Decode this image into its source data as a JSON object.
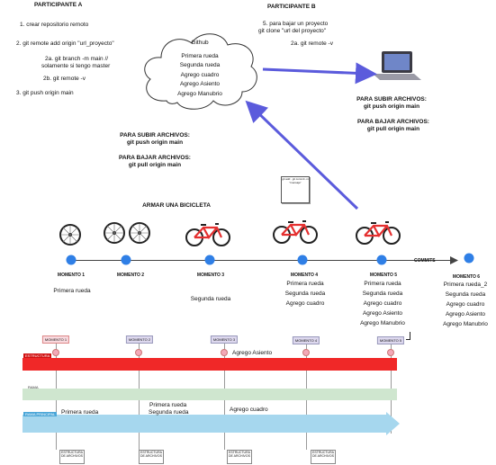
{
  "participant_a": {
    "title": "PARTICIPANTE A",
    "steps": [
      "1. crear repositorio remoto",
      "2. git remote add origin \"url_proyecto\"",
      "2a. git branch -m main //",
      "solamente si tengo master",
      "2b. git remote -v",
      "3. git push origin main"
    ]
  },
  "participant_b": {
    "title": "PARTICIPANTE B",
    "steps": [
      "5. para bajar un proyecto",
      "git clone \"url del proyecto\"",
      "2a. git remote -v"
    ],
    "upload_title": "PARA SUBIR ARCHIVOS:",
    "upload_cmd": "git push origin main",
    "download_title": "PARA BAJAR ARCHIVOS:",
    "download_cmd": "git pull origin main"
  },
  "github": {
    "title": "Github",
    "items": [
      "Primera rueda",
      "Segunda rueda",
      "Agrego cuadro",
      "Agrego Asiento",
      "Agrego Manubrio"
    ]
  },
  "center_notes": {
    "upload_title": "PARA SUBIR ARCHIVOS:",
    "upload_cmd": "git push origin main",
    "download_title": "PARA BAJAR ARCHIVOS:",
    "download_cmd": "git pull origin main"
  },
  "small_note": "git add . git commit -m \"mensaje\"",
  "bike_title": "ARMAR UNA BICICLETA",
  "moments": [
    {
      "label": "MOMENTO 1",
      "items": [
        "Primera rueda"
      ]
    },
    {
      "label": "MOMENTO 2",
      "items": []
    },
    {
      "label": "MOMENTO 3",
      "items": [
        "Segunda rueda"
      ]
    },
    {
      "label": "MOMENTO 4",
      "items": [
        "Primera rueda",
        "Segunda rueda",
        "Agrego cuadro"
      ]
    },
    {
      "label": "MOMENTO 5",
      "items": [
        "Primera rueda",
        "Segunda rueda",
        "Agrego cuadro",
        "Agrego Asiento",
        "Agrego Manubrio"
      ]
    },
    {
      "label": "MOMENTO 6",
      "items": [
        "Primera rueda_2",
        "Segunda rueda",
        "Agrego cuadro",
        "Agrego Asiento",
        "Agrego Manubrio"
      ]
    }
  ],
  "commits_label": "COMMITS",
  "branches": {
    "moment_tags": [
      "MOMENTO 1",
      "MOMENTO 2",
      "MOMENTO 3",
      "MOMENTO 4",
      "MOMENTO 5"
    ],
    "red_label": "ESTRUCTURA",
    "red_text": "Agrego Asiento",
    "green_label": "RAMA",
    "blue_label": "RAMA PRINCIPAL",
    "blue_texts": [
      "Primera rueda",
      "Primera rueda",
      "Segunda rueda",
      "Agrego cuadro"
    ],
    "bottom_boxes": [
      "ESTRUCTURA DE ARCHIVOS",
      "ESTRUCTURA DE ARCHIVOS",
      "ESTRUCTURA DE ARCHIVOS",
      "ESTRUCTURA DE ARCHIVOS"
    ]
  },
  "colors": {
    "node": "#2f7fe6",
    "red_bar": "#f02828",
    "green_bar": "#cfe6cf",
    "blue_bar": "#a6d7ee",
    "arrow": "#5b5bdc",
    "bike_red": "#e53030"
  }
}
